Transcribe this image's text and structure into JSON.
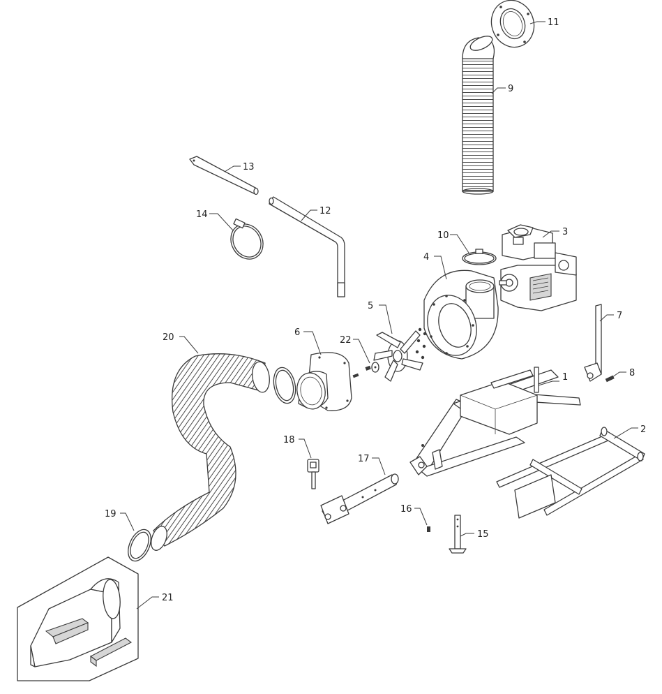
{
  "parts": [
    {
      "id": "frame",
      "number": "1"
    },
    {
      "id": "axle-frame",
      "number": "2"
    },
    {
      "id": "engine",
      "number": "3"
    },
    {
      "id": "blower-housing",
      "number": "4"
    },
    {
      "id": "impeller",
      "number": "5"
    },
    {
      "id": "inlet-plate",
      "number": "6"
    },
    {
      "id": "handle-bracket",
      "number": "7"
    },
    {
      "id": "bolt",
      "number": "8"
    },
    {
      "id": "discharge-hose",
      "number": "9"
    },
    {
      "id": "housing-clamp",
      "number": "10"
    },
    {
      "id": "hose-flange",
      "number": "11"
    },
    {
      "id": "bent-rod",
      "number": "12"
    },
    {
      "id": "support-rod",
      "number": "13"
    },
    {
      "id": "hose-clamp-14",
      "number": "14"
    },
    {
      "id": "jack-stand",
      "number": "15"
    },
    {
      "id": "pin",
      "number": "16"
    },
    {
      "id": "tongue-extension",
      "number": "17"
    },
    {
      "id": "hitch-pin",
      "number": "18"
    },
    {
      "id": "hose-clamp-19",
      "number": "19"
    },
    {
      "id": "intake-hose",
      "number": "20"
    },
    {
      "id": "nozzle-kit",
      "number": "21"
    },
    {
      "id": "washer",
      "number": "22"
    }
  ]
}
